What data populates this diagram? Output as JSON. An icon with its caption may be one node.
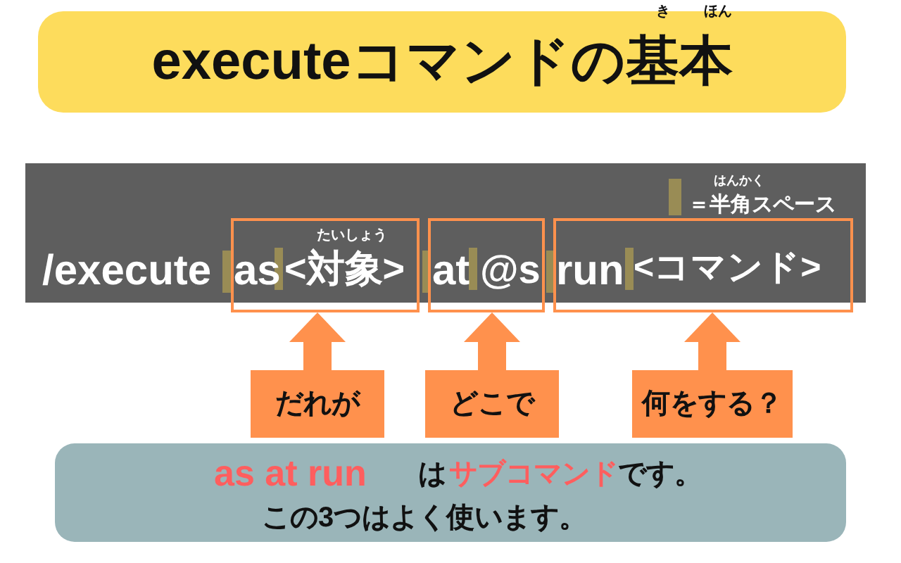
{
  "diagram": {
    "title": "executeコマンドの基本",
    "nodes": [
      {
        "text": [
          "as",
          "<対象>"
        ]
      },
      {
        "text": [
          "at",
          "@s"
        ]
      },
      {
        "text": [
          "run",
          "<コマンド>"
        ]
      },
      {
        "text": [
          "だれが"
        ]
      },
      {
        "text": [
          "どこで"
        ]
      },
      {
        "text": [
          "何をする？"
        ]
      },
      {
        "text": [
          "as at run",
          "は",
          "サブコマンド",
          "です。",
          "この3つはよく使います。"
        ]
      }
    ],
    "edges": [
      {
        "from": 3,
        "to": 0,
        "arrow": "to"
      },
      {
        "from": 4,
        "to": 1,
        "arrow": "to"
      },
      {
        "from": 5,
        "to": 2,
        "arrow": "to"
      }
    ],
    "labels": [
      "き",
      "ほん",
      "/execute",
      "たいしょう",
      "はんかく"
    ],
    "legend": [
      {
        "text": "＝半角スペース",
        "color": "#998c55"
      }
    ]
  }
}
